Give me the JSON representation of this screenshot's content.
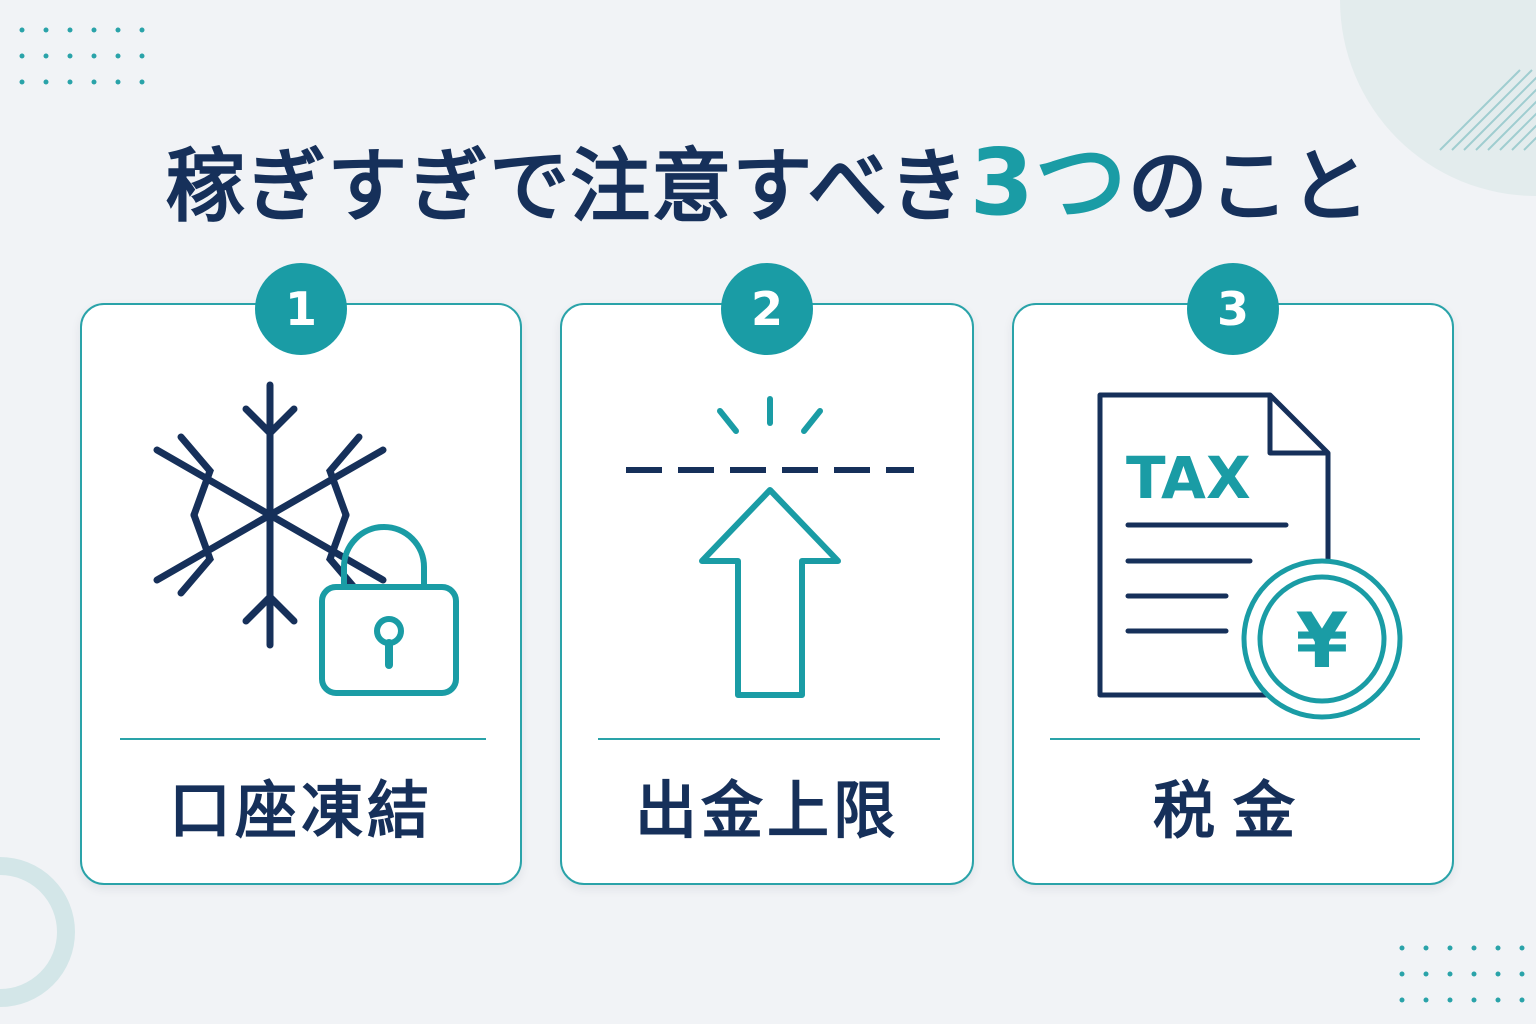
{
  "title": {
    "main": "稼ぎすぎで注意すべき",
    "accent": "3つ",
    "tail": "のこと"
  },
  "cards": [
    {
      "number": "1",
      "label": "口座凍結"
    },
    {
      "number": "2",
      "label": "出金上限"
    },
    {
      "number": "3",
      "label": "税金",
      "doc_text": "TAX",
      "coin_symbol": "¥"
    }
  ],
  "colors": {
    "navy": "#16305a",
    "teal": "#1a9ca5",
    "background": "#f1f3f6"
  },
  "icons": [
    "snowflake-icon",
    "padlock-icon",
    "up-arrow-icon",
    "tax-document-icon",
    "yen-coin-icon"
  ]
}
